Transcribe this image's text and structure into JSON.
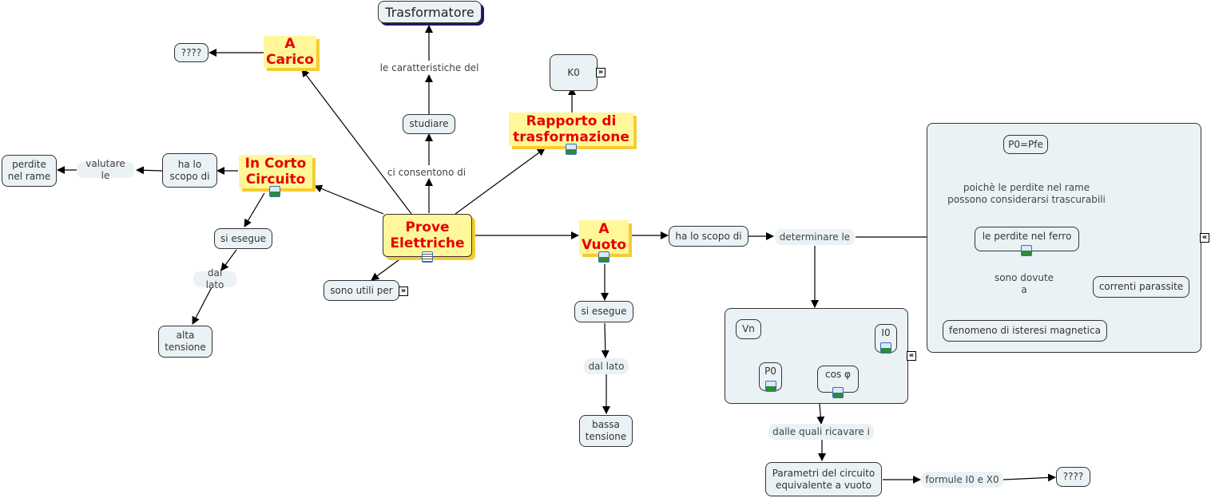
{
  "nodes": {
    "trasformatore": "Trasformatore",
    "le_caratteristiche_del": "le caratteristiche del",
    "studiare": "studiare",
    "ci_consentono_di": "ci consentono di",
    "prove_elettriche": "Prove Elettriche",
    "sono_utili_per": "sono utili per",
    "a_carico": "A Carico",
    "unknown_left": "????",
    "in_corto_circuito": "In Corto Circuito",
    "ha_lo_scopo_di_cc": "ha lo scopo di",
    "valutare_le": "valutare le",
    "perdite_nel_rame": "perdite nel rame",
    "si_esegue_cc": "si esegue",
    "dal_lato_cc": "dal lato",
    "alta_tensione": "alta tensione",
    "rapporto_di_trasformazione": "Rapporto di trasformazione",
    "k0": "K0",
    "a_vuoto": "A Vuoto",
    "ha_lo_scopo_di_v": "ha lo scopo di",
    "determinare_le": "determinare le",
    "si_esegue_v": "si esegue",
    "dal_lato_v": "dal lato",
    "bassa_tensione": "bassa tensione",
    "vn": "Vn",
    "i0": "I0",
    "p0": "P0",
    "cos_phi": "cos φ",
    "dalle_quali_ricavare_i": "dalle quali ricavare i",
    "parametri": "Parametri del circuito equivalente a vuoto",
    "formule": "formule I0 e X0",
    "unknown_right": "????",
    "p0_pfe": "P0=Pfe",
    "poiche": "poichè le perdite nel rame possono considerarsi trascurabili",
    "perdite_nel_ferro": "le perdite nel ferro",
    "sono_dovute_a": "sono dovute a",
    "correnti_parassite": "correnti parassite",
    "isteresi": "fenomeno di isteresi magnetica"
  },
  "icons": {
    "expand": "»",
    "collapse": "«"
  },
  "colors": {
    "concept_bg": "#ebf2f5",
    "highlight_bg": "#fff799",
    "highlight_text": "#e60000",
    "highlight_shadow": "#f5cc33"
  }
}
